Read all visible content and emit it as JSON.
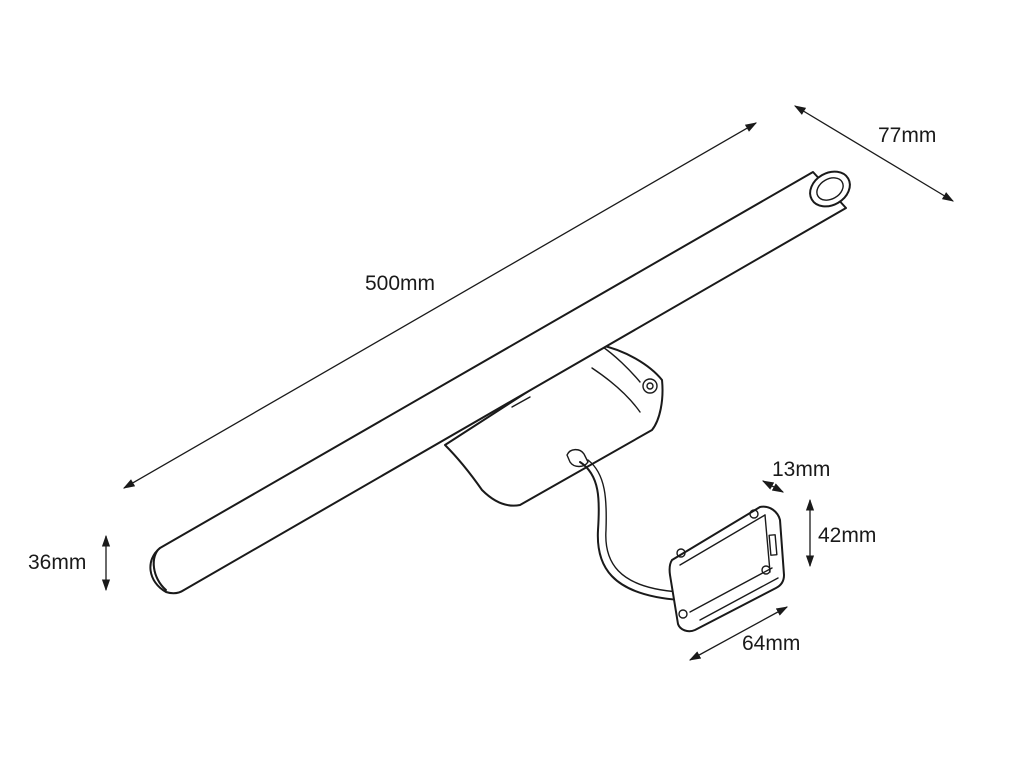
{
  "dimensions": {
    "length": "500mm",
    "depth": "77mm",
    "tube_diameter": "36mm",
    "driver_width": "13mm",
    "driver_height": "42mm",
    "driver_length": "64mm"
  },
  "colors": {
    "line": "#1a1a1a",
    "background": "#ffffff"
  }
}
